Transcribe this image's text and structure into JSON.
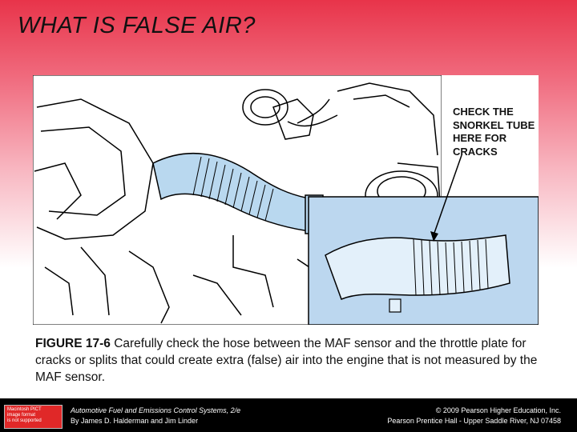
{
  "slide": {
    "title": "WHAT IS FALSE AIR?"
  },
  "figure": {
    "callout_lines": [
      "CHECK THE",
      "SNORKEL TUBE",
      "HERE FOR",
      "CRACKS"
    ]
  },
  "caption": {
    "label": "FIGURE 17-6",
    "text": " Carefully check the hose between the MAF sensor and the throttle plate for cracks or splits that could create extra (false) air into the engine that is not measured by the MAF sensor."
  },
  "footer": {
    "logo_lines": [
      "Macintosh PICT",
      "image format",
      "is not supported"
    ],
    "book_title": "Automotive Fuel and Emissions Control Systems, 2/e",
    "authors": "By James D. Halderman and Jim Linder",
    "copyright": "© 2009 Pearson Higher Education, Inc.",
    "publisher": "Pearson Prentice Hall - Upper Saddle River, NJ 07458"
  }
}
